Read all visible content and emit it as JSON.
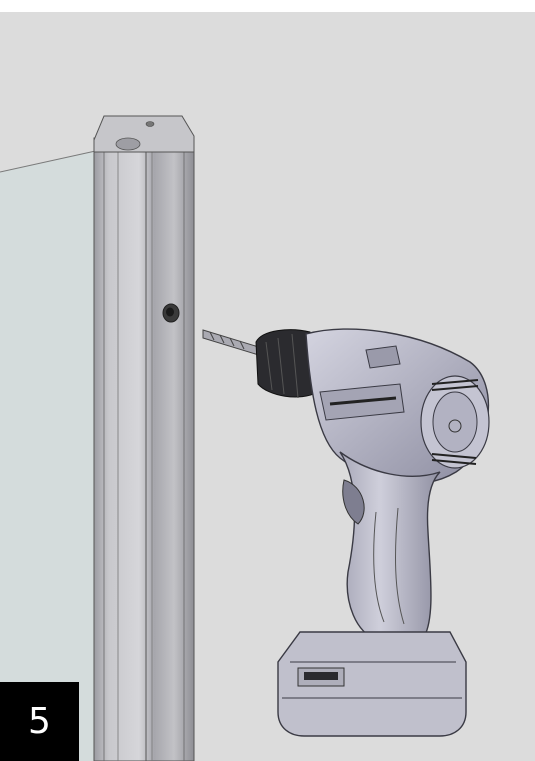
{
  "step": {
    "number": "5"
  },
  "colors": {
    "background": "#dcdcdc",
    "glass": "#d2dcdc",
    "profile": "#b4b4b8",
    "drill_body": "#b8b8c8",
    "drill_chuck": "#2a2a2a",
    "badge": "#000000",
    "badge_text": "#ffffff"
  },
  "illustration": {
    "parts": [
      "glass-panel",
      "aluminium-profile",
      "screw-hole",
      "cordless-drill",
      "drill-bit",
      "battery-pack"
    ]
  }
}
